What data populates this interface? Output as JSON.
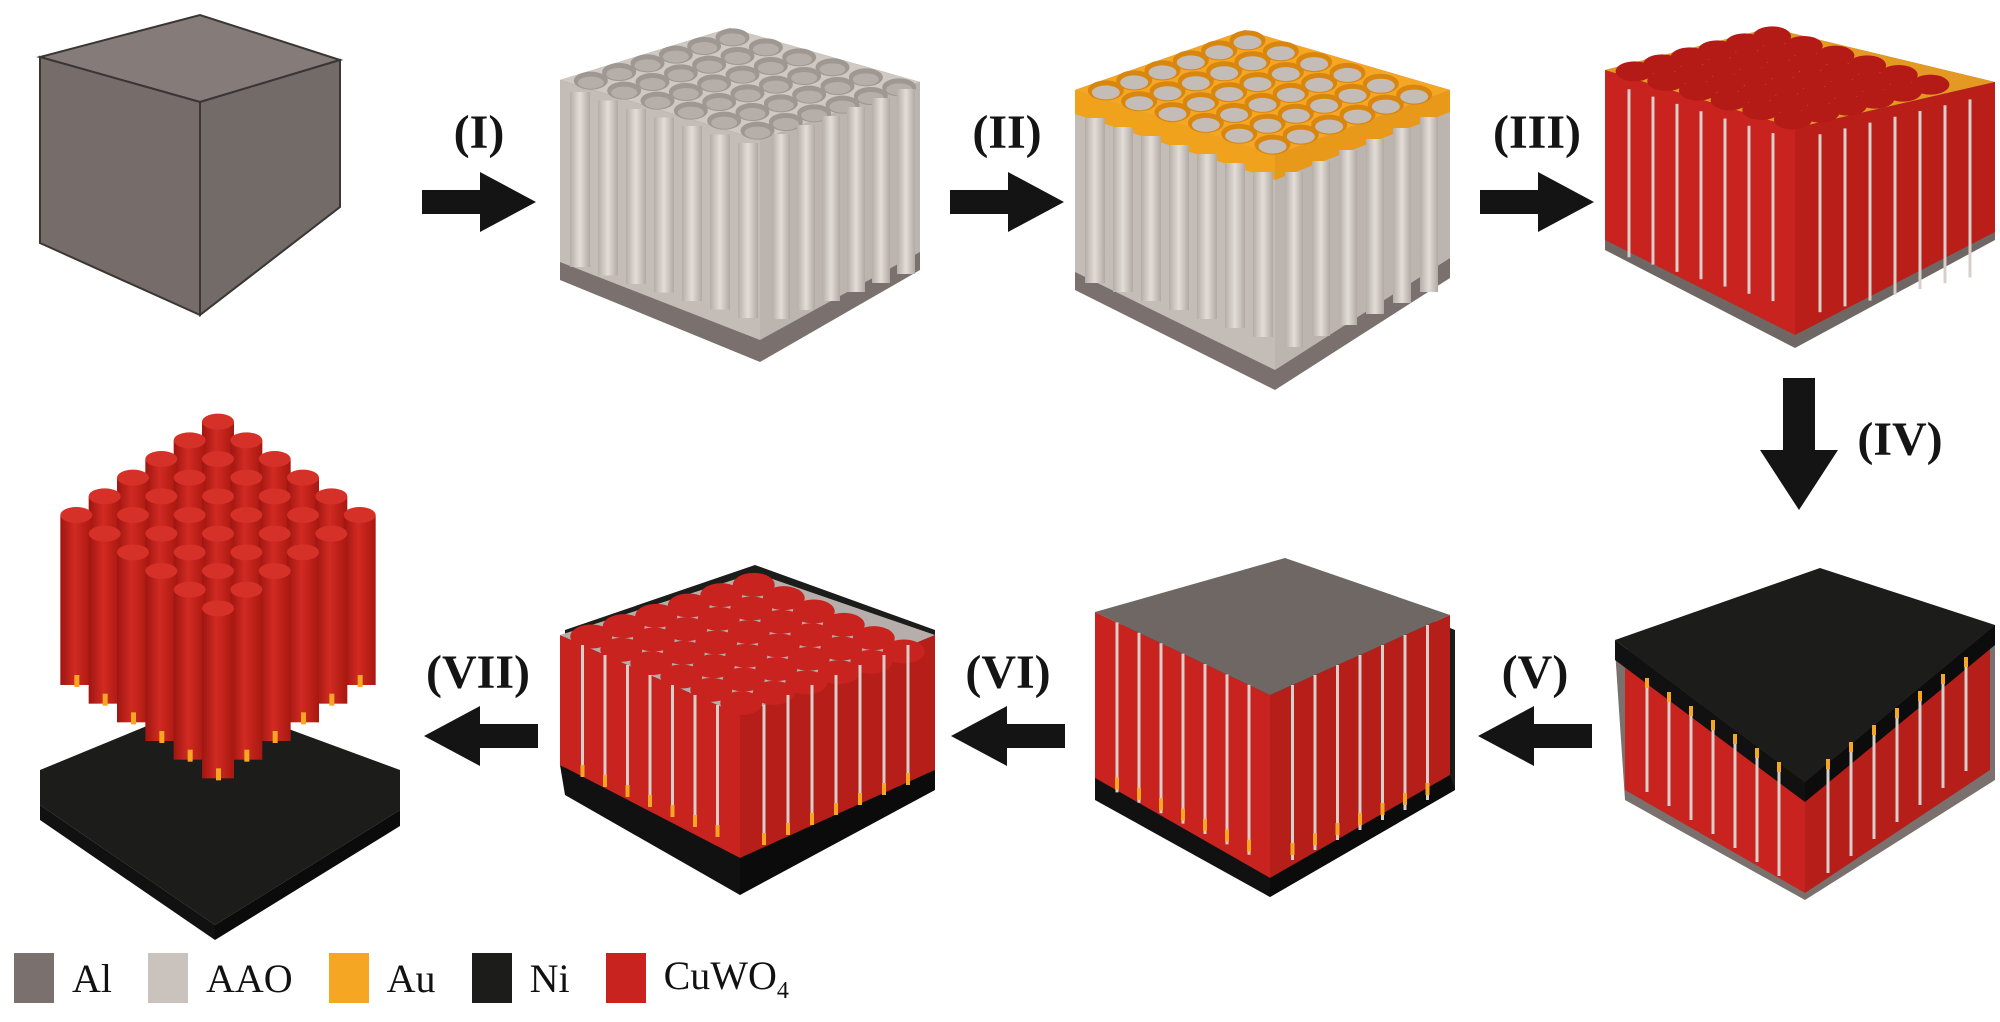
{
  "steps": [
    "(I)",
    "(II)",
    "(III)",
    "(IV)",
    "(V)",
    "(VI)",
    "(VII)"
  ],
  "colors": {
    "al": "#7a716e",
    "aao": "#c9c2bd",
    "au": "#f5a623",
    "ni": "#1c1c1a",
    "cuwo4": "#c8231e",
    "arrow": "#141414"
  },
  "legend": [
    {
      "key": "al",
      "label": "Al",
      "sub": ""
    },
    {
      "key": "aao",
      "label": "AAO",
      "sub": ""
    },
    {
      "key": "au",
      "label": "Au",
      "sub": ""
    },
    {
      "key": "ni",
      "label": "Ni",
      "sub": ""
    },
    {
      "key": "cuwo4",
      "label": "CuWO",
      "sub": "4"
    }
  ]
}
